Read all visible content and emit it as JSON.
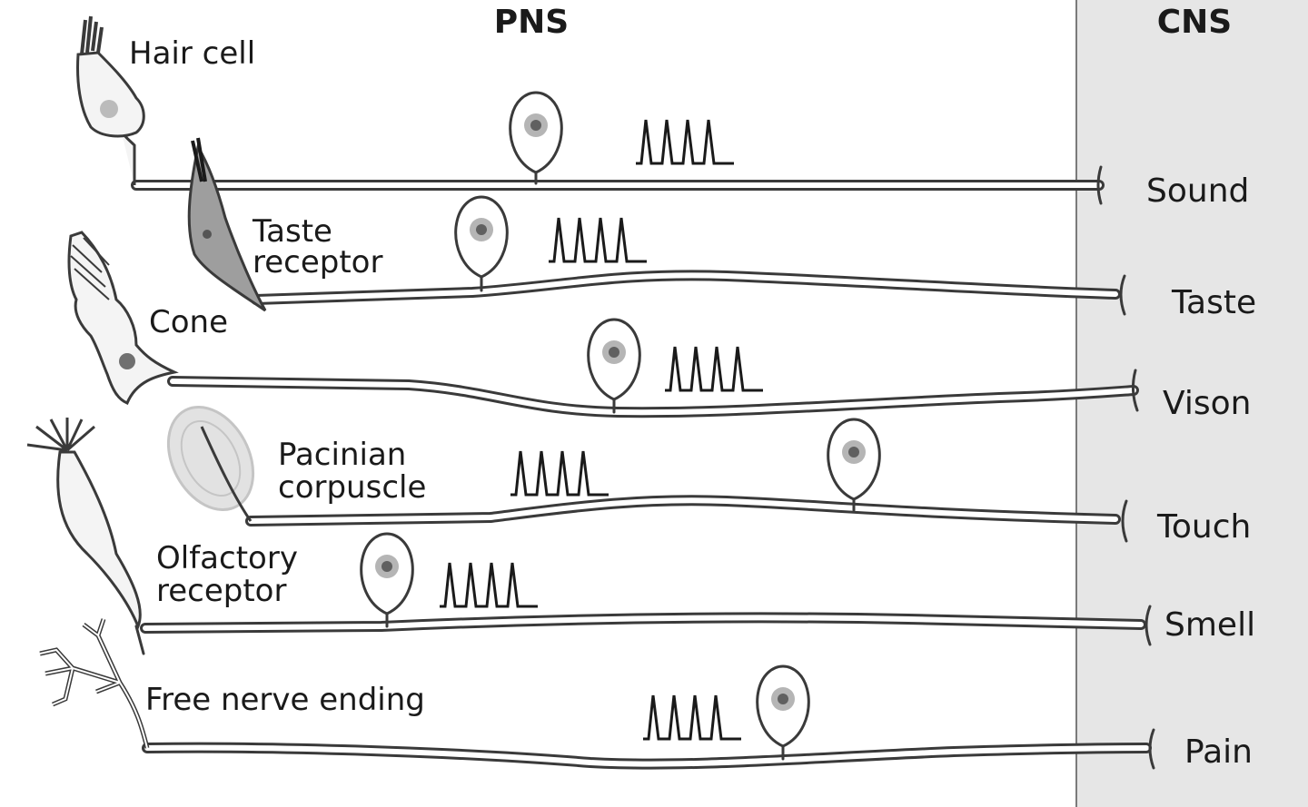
{
  "headers": {
    "pns": "PNS",
    "cns": "CNS"
  },
  "receptors": {
    "hair_cell": "Hair cell",
    "taste_line1": "Taste",
    "taste_line2": "receptor",
    "cone": "Cone",
    "pacinian_line1": "Pacinian",
    "pacinian_line2": "corpuscle",
    "olfactory_line1": "Olfactory",
    "olfactory_line2": "receptor",
    "free_nerve": "Free nerve ending"
  },
  "outputs": {
    "sound": "Sound",
    "taste": "Taste",
    "vision": "Vison",
    "touch": "Touch",
    "smell": "Smell",
    "pain": "Pain"
  },
  "colors": {
    "line": "#3a3a3a",
    "cns_panel": "#e6e6e6",
    "nucleus": "#606060",
    "taste_cell": "#9e9e9e"
  }
}
